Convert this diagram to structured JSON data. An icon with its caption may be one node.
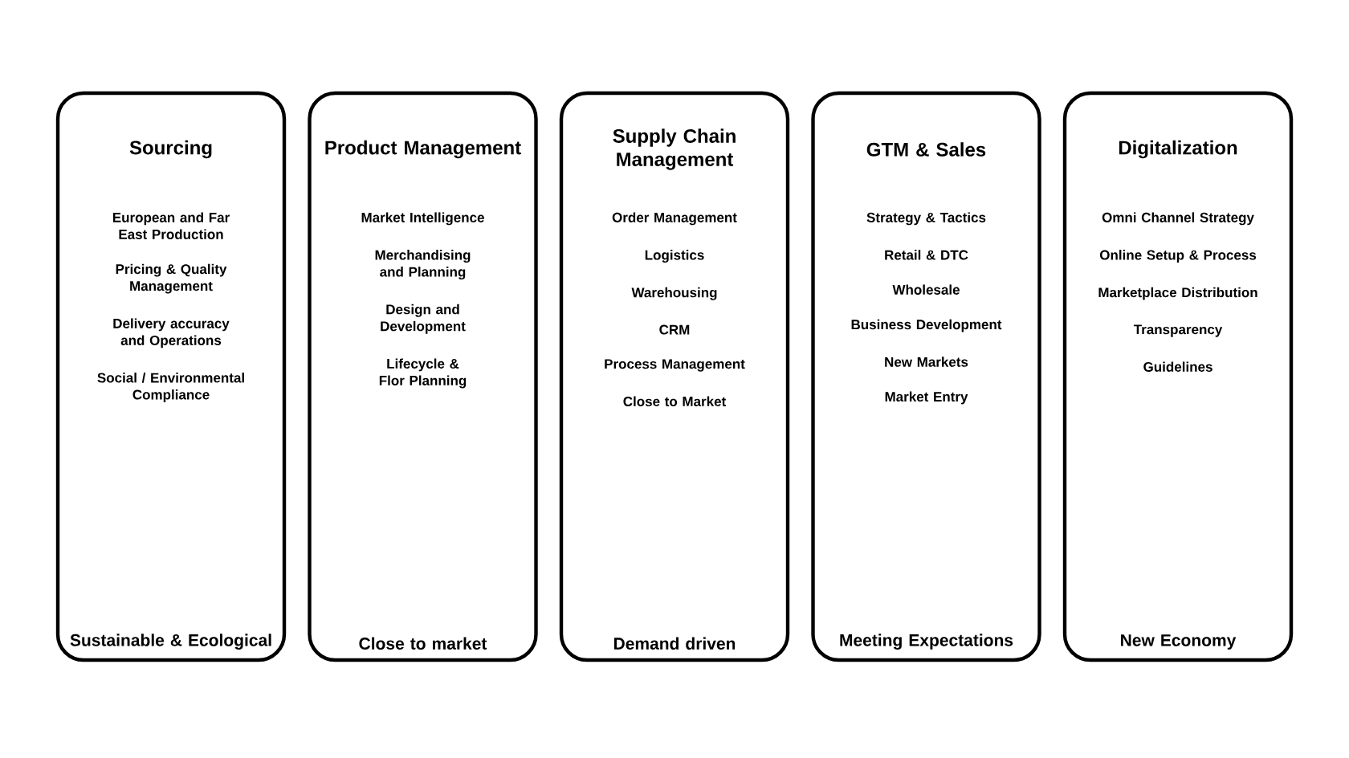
{
  "diagram": {
    "nodes": [
      {
        "text": [
          "Sourcing",
          "European and Far East Production",
          "Pricing & Quality Management",
          "Delivery accuracy and Operations",
          "Social / Environmental Compliance",
          "Sustainable & Ecological"
        ]
      },
      {
        "text": [
          "Product Management",
          "Market Intelligence",
          "Merchandising and Planning",
          "Design and Development",
          "Lifecycle & Flor Planning",
          "Close to market"
        ]
      },
      {
        "text": [
          "Supply Chain Management",
          "Order Management",
          "Logistics",
          "Warehousing",
          "CRM",
          "Process Management",
          "Close to Market",
          "Demand driven"
        ]
      },
      {
        "text": [
          "GTM & Sales",
          "Strategy & Tactics",
          "Retail & DTC",
          "Wholesale",
          "Business Development",
          "New Markets",
          "Market Entry",
          "Meeting Expectations"
        ]
      },
      {
        "text": [
          "Digitalization",
          "Omni Channel Strategy",
          "Online Setup & Process",
          "Marketplace Distribution",
          "Transparency",
          "Guidelines",
          "New Economy"
        ]
      }
    ]
  }
}
